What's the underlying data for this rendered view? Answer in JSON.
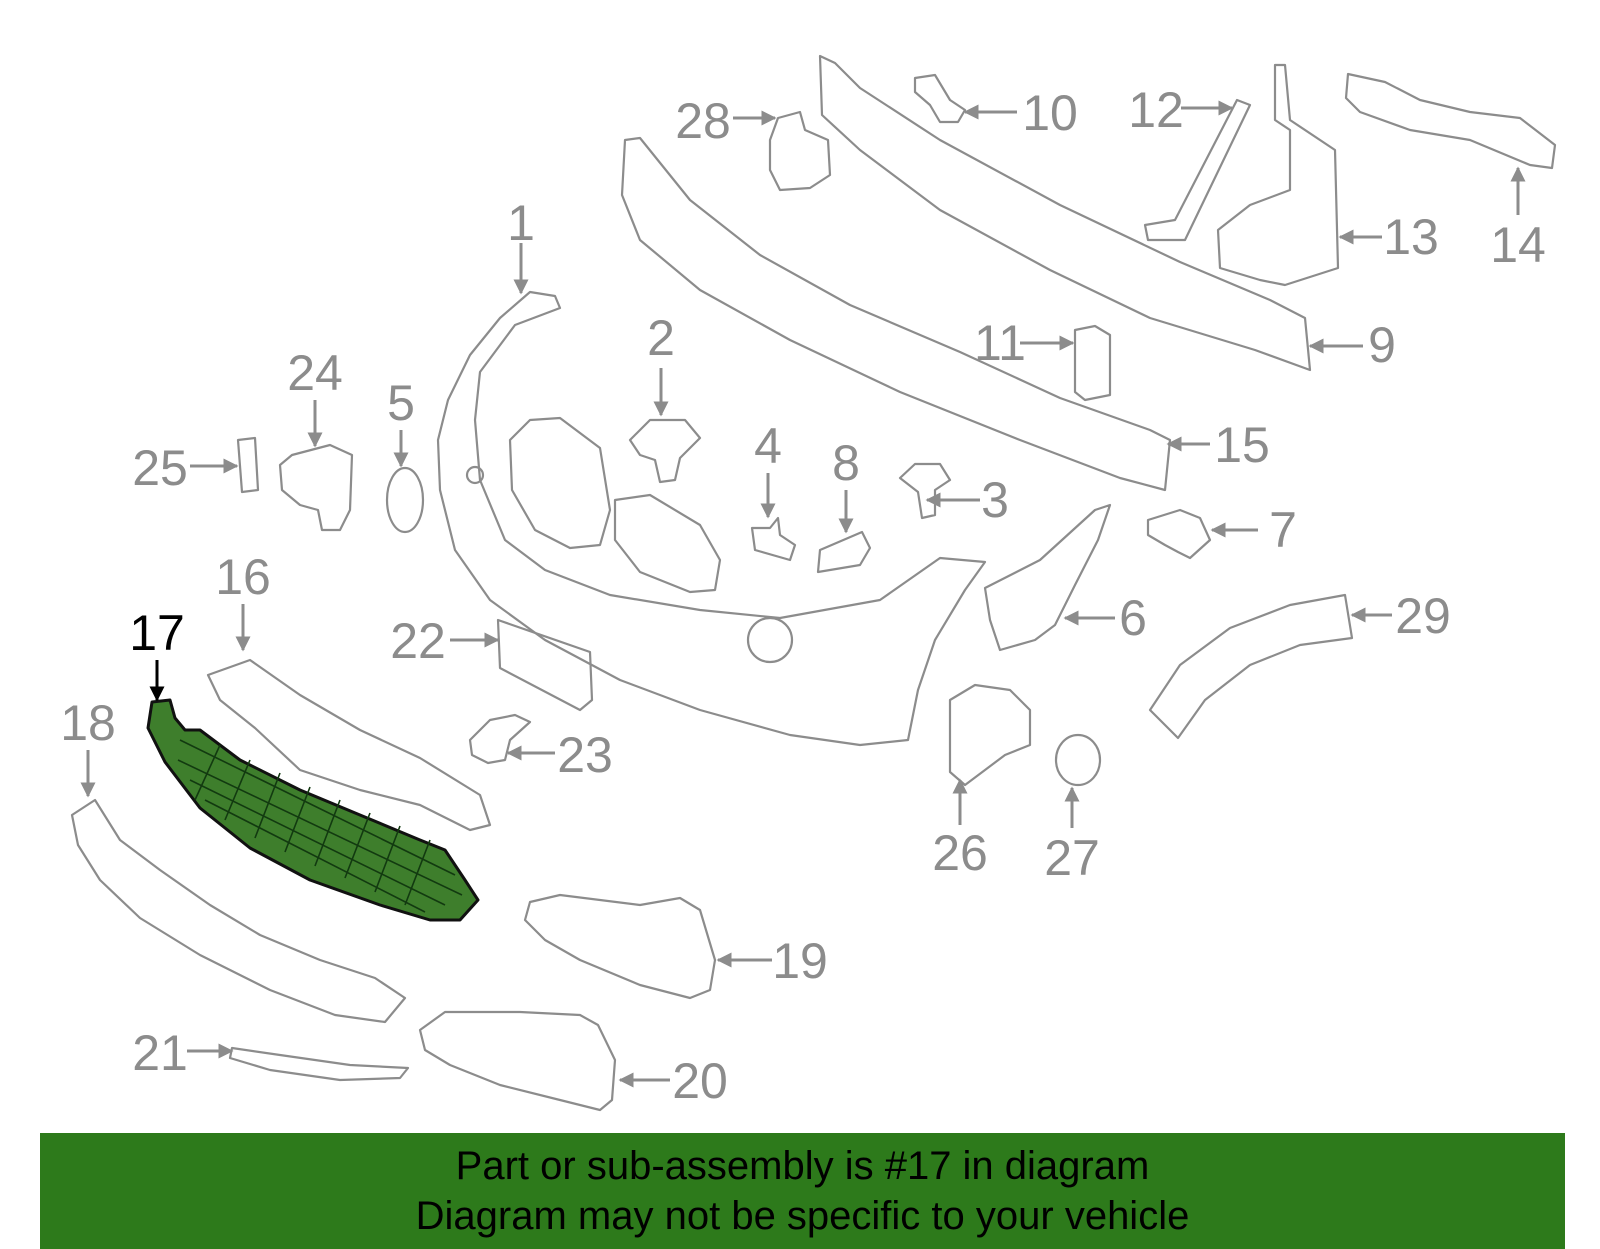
{
  "diagram": {
    "highlighted_part": "17",
    "highlight_color": "#3e7e2c",
    "line_color": "#8c8c8c",
    "callouts": [
      "1",
      "2",
      "3",
      "4",
      "5",
      "6",
      "7",
      "8",
      "9",
      "10",
      "11",
      "12",
      "13",
      "14",
      "15",
      "16",
      "17",
      "18",
      "19",
      "20",
      "21",
      "22",
      "23",
      "24",
      "25",
      "26",
      "27",
      "28",
      "29"
    ]
  },
  "banner": {
    "line1": "Part or sub-assembly is #17 in diagram",
    "line2": "Diagram may not be specific to your vehicle",
    "background": "#2d7a1b"
  }
}
